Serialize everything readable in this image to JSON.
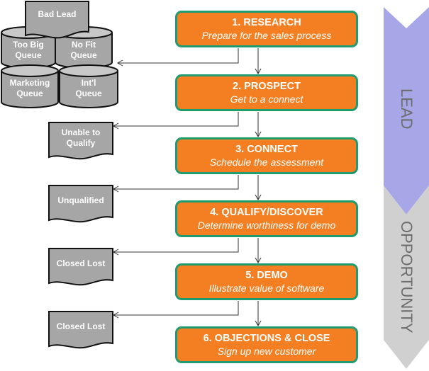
{
  "stages": [
    {
      "title": "1. RESEARCH",
      "subtitle": "Prepare for the sales process"
    },
    {
      "title": "2. PROSPECT",
      "subtitle": "Get to a connect"
    },
    {
      "title": "3. CONNECT",
      "subtitle": "Schedule the assessment"
    },
    {
      "title": "4. QUALIFY/DISCOVER",
      "subtitle": "Determine worthiness for demo"
    },
    {
      "title": "5. DEMO",
      "subtitle": "Illustrate value of software"
    },
    {
      "title": "6. OBJECTIONS & CLOSE",
      "subtitle": "Sign up new customer"
    }
  ],
  "queues": {
    "bad_lead": "Bad Lead",
    "too_big": [
      "Too Big",
      "Queue"
    ],
    "no_fit": [
      "No Fit",
      "Queue"
    ],
    "marketing": [
      "Marketing",
      "Queue"
    ],
    "intl": [
      "Int'l",
      "Queue"
    ]
  },
  "outcomes": [
    [
      "Unable to",
      "Qualify"
    ],
    [
      "Unqualified"
    ],
    [
      "Closed Lost"
    ],
    [
      "Closed Lost"
    ]
  ],
  "phases": {
    "lead": "LEAD",
    "opportunity": "OPPORTUNITY"
  },
  "colors": {
    "stage_fill": "#F47F22",
    "stage_border": "#1E9B6F",
    "shape_fill": "#A6A6A6",
    "lead_band": "#A7A7E8",
    "opportunity_band": "#D0D0D0"
  }
}
